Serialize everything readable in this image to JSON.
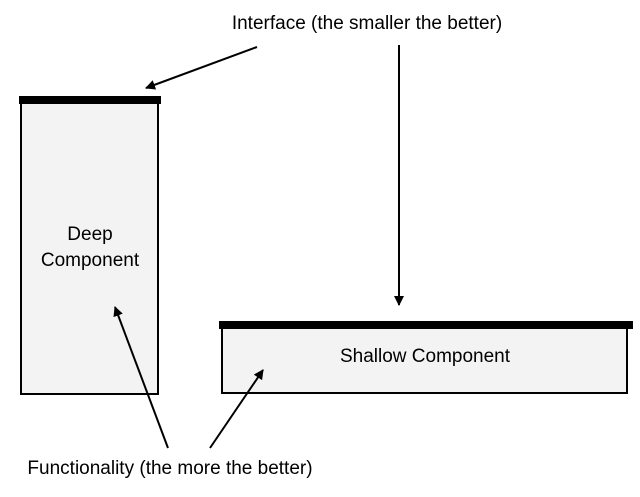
{
  "labels": {
    "interface": "Interface (the smaller the better)",
    "deep_line1": "Deep",
    "deep_line2": "Component",
    "shallow": "Shallow Component",
    "functionality": "Functionality (the more the better)"
  },
  "colors": {
    "box_fill": "#f3f3f3",
    "stroke": "#000000",
    "background": "#ffffff"
  }
}
